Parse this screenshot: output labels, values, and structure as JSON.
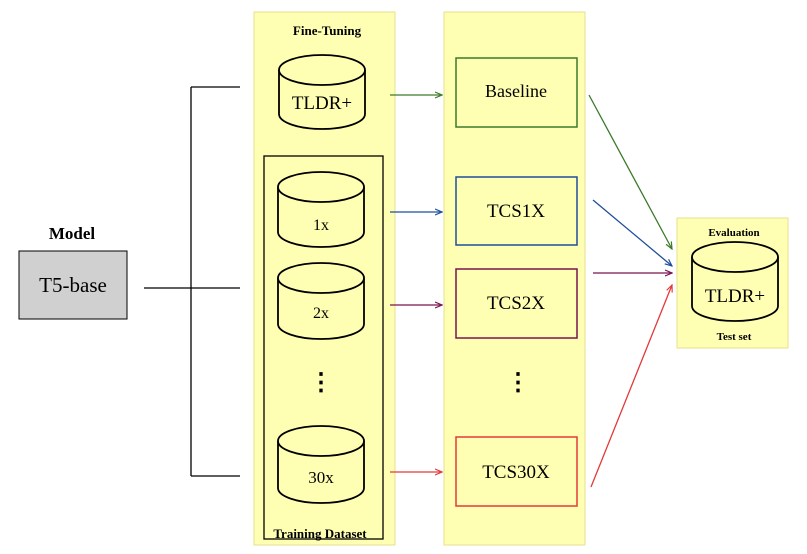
{
  "model": {
    "heading": "Model",
    "name": "T5-base"
  },
  "fine_tuning": {
    "title": "Fine-Tuning",
    "main_dataset": "TLDR+",
    "training_dataset_label": "Training Dataset",
    "scales": [
      "1x",
      "2x",
      "30x"
    ],
    "ellipsis": "⋮"
  },
  "models_out": {
    "items": [
      "Baseline",
      "TCS1X",
      "TCS2X",
      "TCS30X"
    ],
    "ellipsis": "⋮"
  },
  "evaluation": {
    "title": "Evaluation",
    "dataset": "TLDR+",
    "subtitle": "Test set"
  },
  "colors": {
    "panel_fill": "#ffffb3",
    "panel_stroke": "#e6e08c",
    "model_box_fill": "#d0d0d0",
    "baseline": "#3c7a2a",
    "tcs1x": "#1f4e9c",
    "tcs2x": "#7a1450",
    "tcs30x": "#e23a3a",
    "line": "#000000"
  }
}
